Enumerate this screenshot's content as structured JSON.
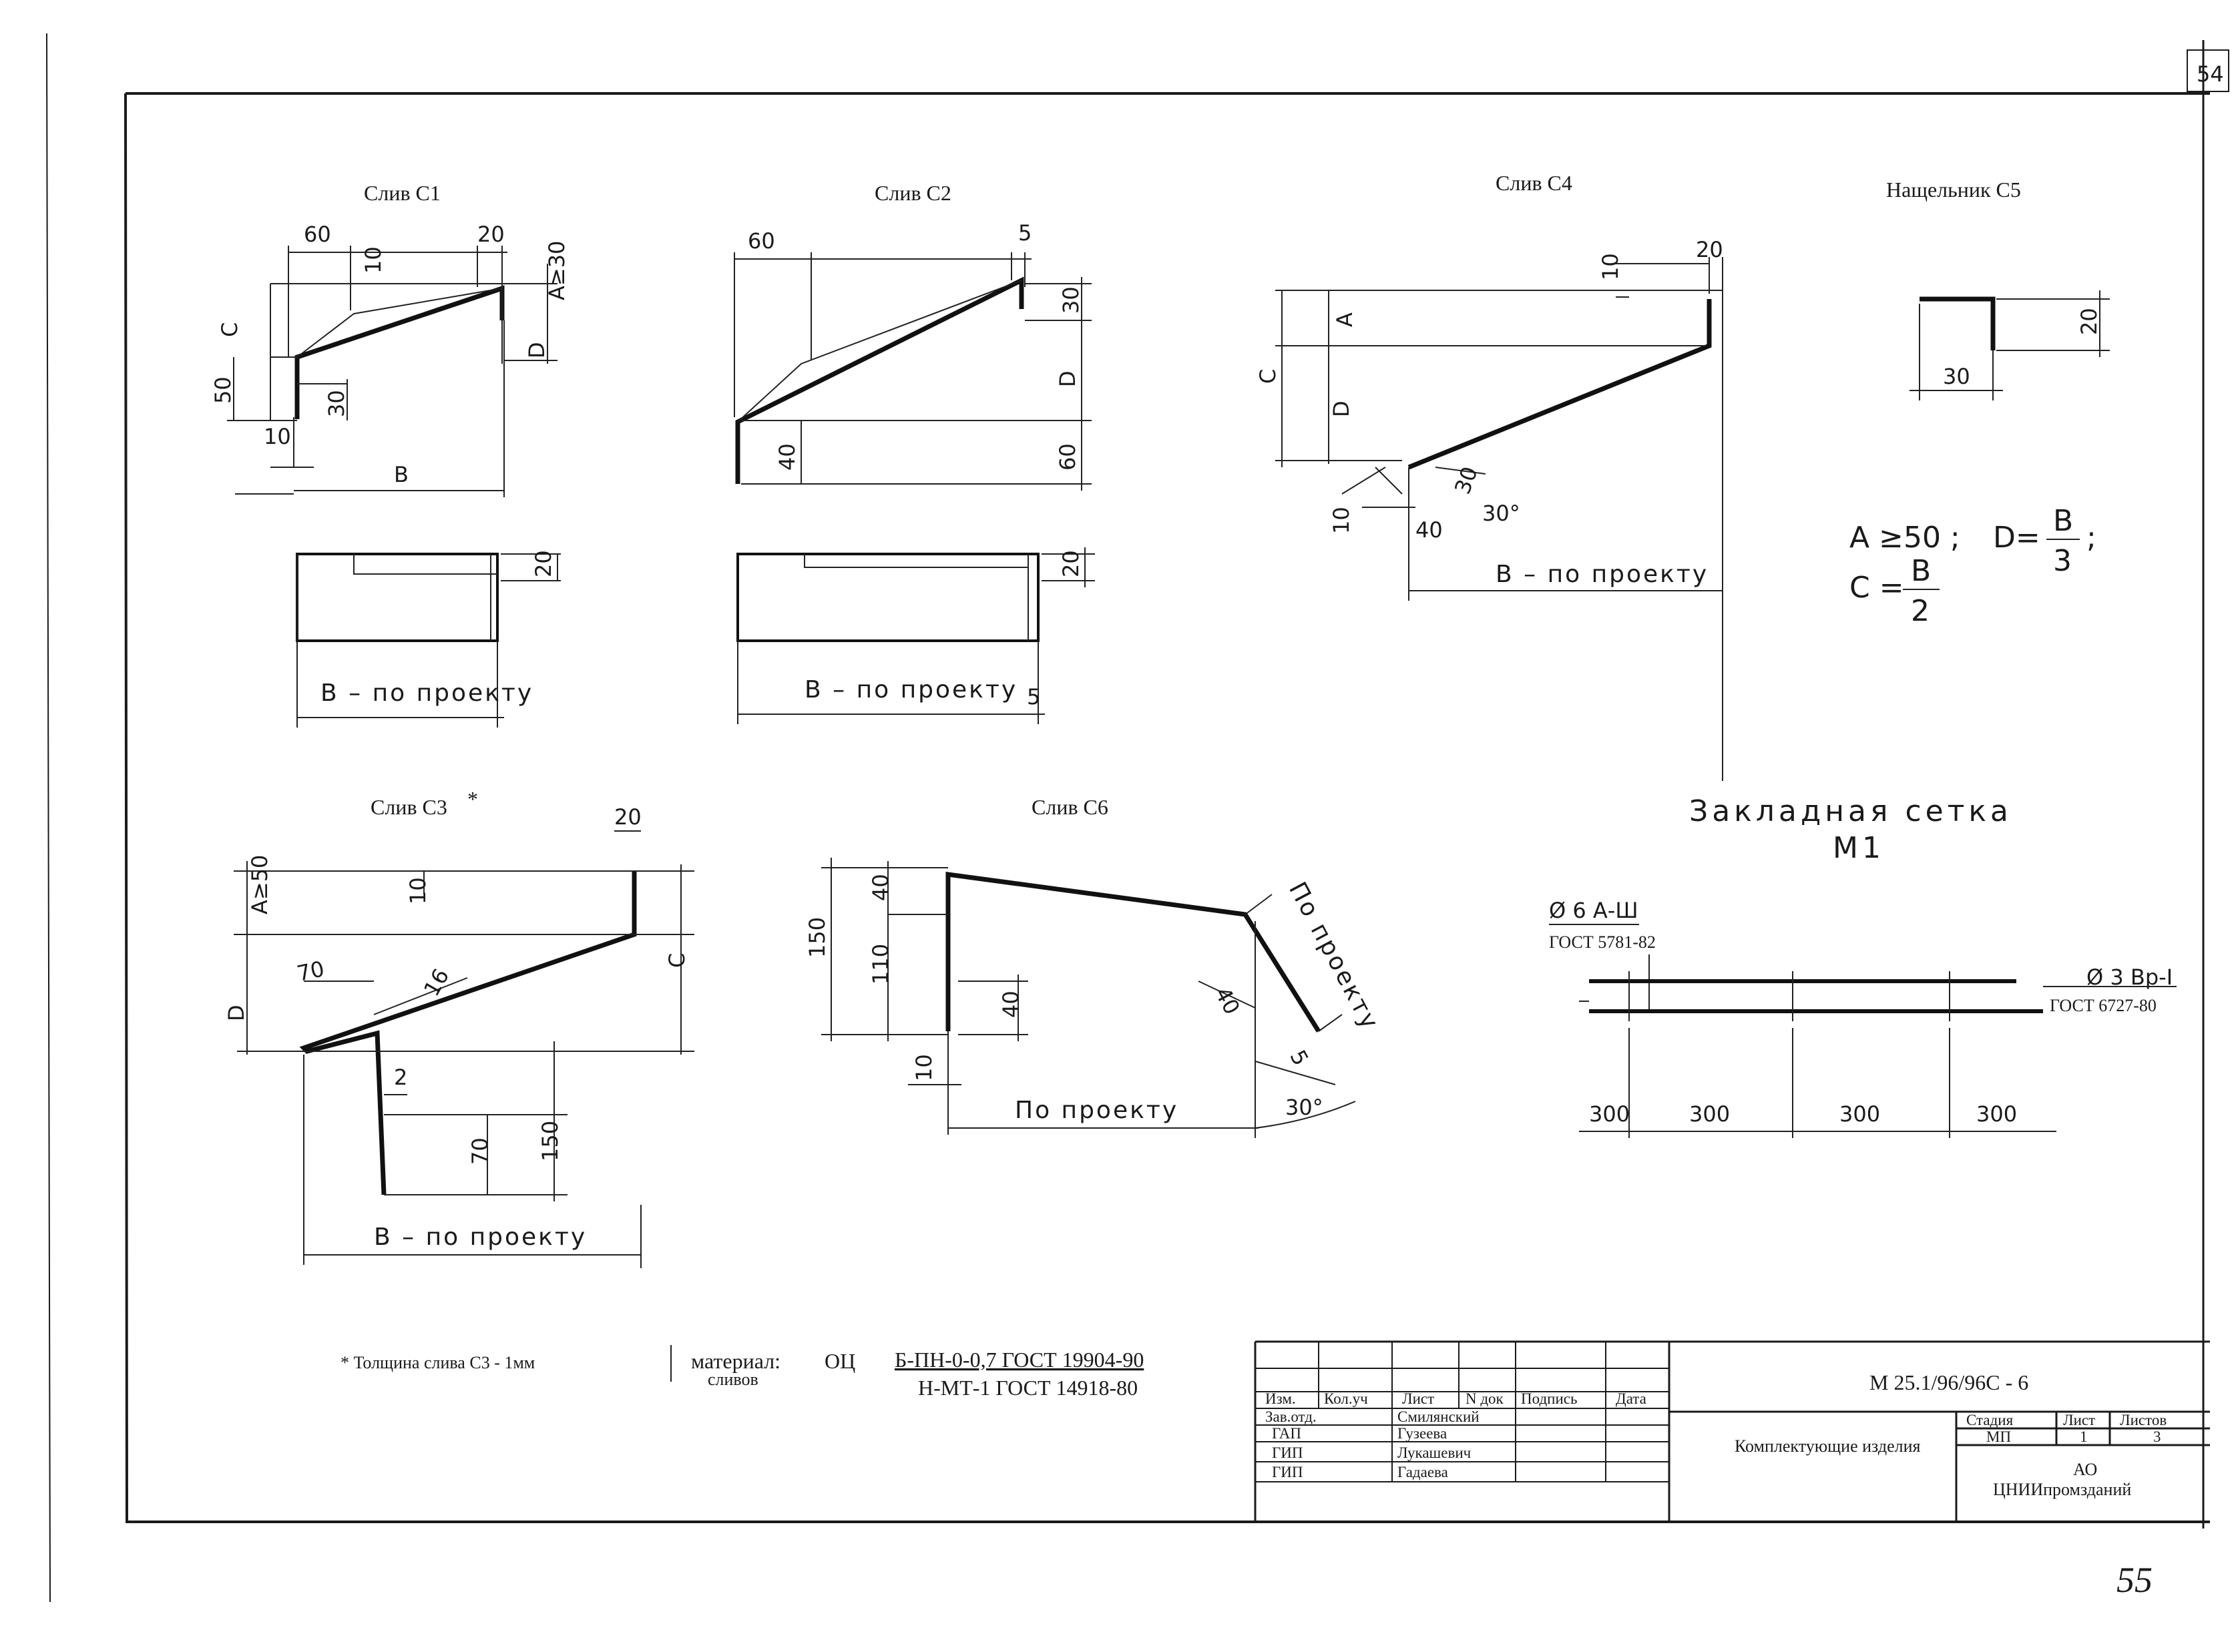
{
  "sheet_number_top": "54",
  "sheet_number_handwritten": "55",
  "c1": {
    "title": "Слив С1",
    "d_top_60": "60",
    "d_top_10": "10",
    "d_top_20": "20",
    "d_a": "А≥30",
    "d_c": "С",
    "d_d": "D",
    "d_50": "50",
    "d_30": "30",
    "d_10": "10",
    "d_b": "В",
    "plan_20": "20",
    "plan_label": "В – по проекту"
  },
  "c2": {
    "title": "Слив С2",
    "d_60": "60",
    "d_5": "5",
    "d_30": "30",
    "d_d": "D",
    "d_40": "40",
    "d_60b": "60",
    "plan_20": "20",
    "plan_5": "5",
    "plan_label": "В – по проекту"
  },
  "c4": {
    "title": "Слив С4",
    "d_10": "10",
    "d_20": "20",
    "d_c": "С",
    "d_a": "А",
    "d_d": "D",
    "d_30": "30",
    "d_angle": "30°",
    "d_10b": "10",
    "d_40": "40",
    "b_label": "В – по проекту"
  },
  "c5": {
    "title": "Нащельник С5",
    "d_20": "20",
    "d_30": "30"
  },
  "formula": {
    "a": "А ≥50 ;",
    "d_left": "D=",
    "d_num": "В",
    "d_den": "3",
    "semi": ";",
    "c_left": "С =",
    "c_num": "В",
    "c_den": "2"
  },
  "c3": {
    "title": "Слив С3",
    "star": "*",
    "d_20": "20",
    "d_a": "А≥50",
    "d_10": "10",
    "d_c": "С",
    "d_70": "70",
    "d_16": "16",
    "d_d": "D",
    "d_2": "2",
    "d_150": "150",
    "d_70b": "70",
    "b_label": "В – по проекту"
  },
  "c6": {
    "title": "Слив С6",
    "d_150": "150",
    "d_40": "40",
    "d_110": "110",
    "d_40b": "40",
    "d_10": "10",
    "po_proektu": "По проекту",
    "po_proektu_slant": "По проекту",
    "d_40c": "40",
    "d_5": "5",
    "d_angle": "30°"
  },
  "mesh": {
    "title": "Закладная сетка",
    "subtitle": "М1",
    "rod1": "Ø 6 А-Ш",
    "rod1_gost": "ГОСТ 5781-82",
    "rod2": "Ø 3 Вр-I",
    "rod2_gost": "ГОСТ 6727-80",
    "spacings": [
      "300",
      "300",
      "300",
      "300"
    ]
  },
  "notes": {
    "thickness": "* Толщина слива С3 - 1мм",
    "material_label": "материал:",
    "material_sub": "сливов",
    "material_code": "ОЦ",
    "material_spec1": "Б-ПН-0-0,7  ГОСТ 19904-90",
    "material_spec2": "Н-МТ-1 ГОСТ 14918-80"
  },
  "title_block": {
    "headers": [
      "Изм.",
      "Кол.уч",
      "Лист",
      "N док",
      "Подпись",
      "Дата"
    ],
    "rows": [
      {
        "role": "Зав.отд.",
        "name": "Смилянский"
      },
      {
        "role": "ГАП",
        "name": "Гузеева"
      },
      {
        "role": "ГИП",
        "name": "Лукашевич"
      },
      {
        "role": "ГИП",
        "name": "Гадаева"
      }
    ],
    "doc_code": "М 25.1/96/96С - 6",
    "description": "Комплектующие изделия",
    "stage_headers": [
      "Стадия",
      "Лист",
      "Листов"
    ],
    "stage_values": [
      "МП",
      "1",
      "3"
    ],
    "org_line1": "АО",
    "org_line2": "ЦНИИпромзданий"
  }
}
